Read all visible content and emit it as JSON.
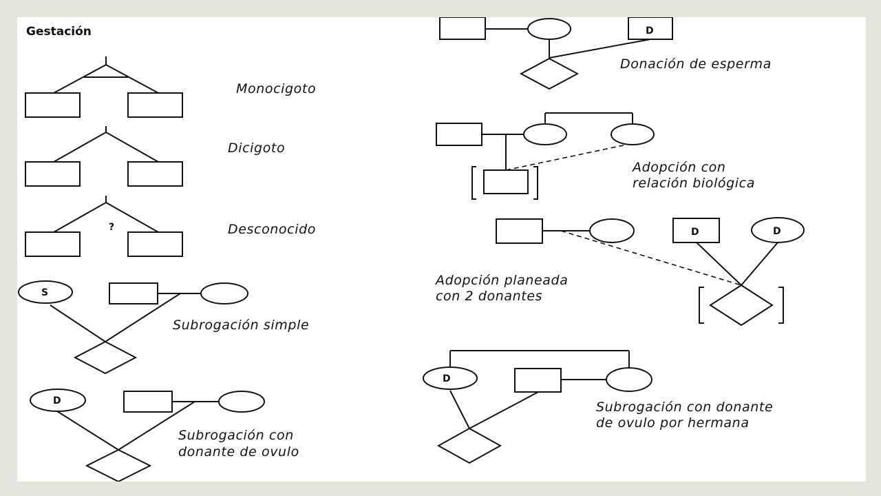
{
  "title": "Gestación",
  "captions": {
    "monocigoto": "Monocigoto",
    "dicigoto": "Dicigoto",
    "desconocido": "Desconocido",
    "subrogacion_simple": "Subrogación simple",
    "subrogacion_ovulo_1": "Subrogación con",
    "subrogacion_ovulo_2": "donante de ovulo",
    "donacion_esperma": "Donación de esperma",
    "adopcion_bio_1": "Adopción con",
    "adopcion_bio_2": "relación biológica",
    "adopcion_planeada_1": "Adopción planeada",
    "adopcion_planeada_2": "con 2 donantes",
    "subrogacion_hermana_1": "Subrogación con donante",
    "subrogacion_hermana_2": "de ovulo por hermana"
  },
  "marks": {
    "surrogate": "S",
    "donor": "D",
    "unknown": "?"
  }
}
